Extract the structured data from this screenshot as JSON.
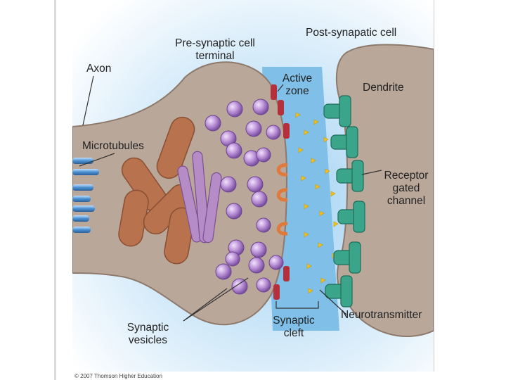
{
  "labels": {
    "axon": "Axon",
    "pre_synaptic": [
      "Pre-synaptic cell",
      "terminal"
    ],
    "post_synaptic": "Post-synapatic cell",
    "active_zone": [
      "Active",
      "zone"
    ],
    "dendrite": "Dendrite",
    "microtubules": "Microtubules",
    "receptor": [
      "Receptor",
      "gated",
      "channel"
    ],
    "neurotransmitter": "Neurotransmitter",
    "synaptic_cleft": [
      "Synaptic",
      "cleft"
    ],
    "synaptic_vesicles": [
      "Synaptic",
      "vesicles"
    ]
  },
  "copyright": "© 2007 Thomson Higher Education",
  "colors": {
    "cell": "#b9a79a",
    "cleft": "#7fbfe8",
    "vesicle": "#b98fd6",
    "mitochondria": "#b9724e",
    "receptor": "#3aa58a",
    "transmitter": "#f2c21a",
    "active_zone": "#b6303c",
    "microtubule": "#4a8fd0"
  }
}
